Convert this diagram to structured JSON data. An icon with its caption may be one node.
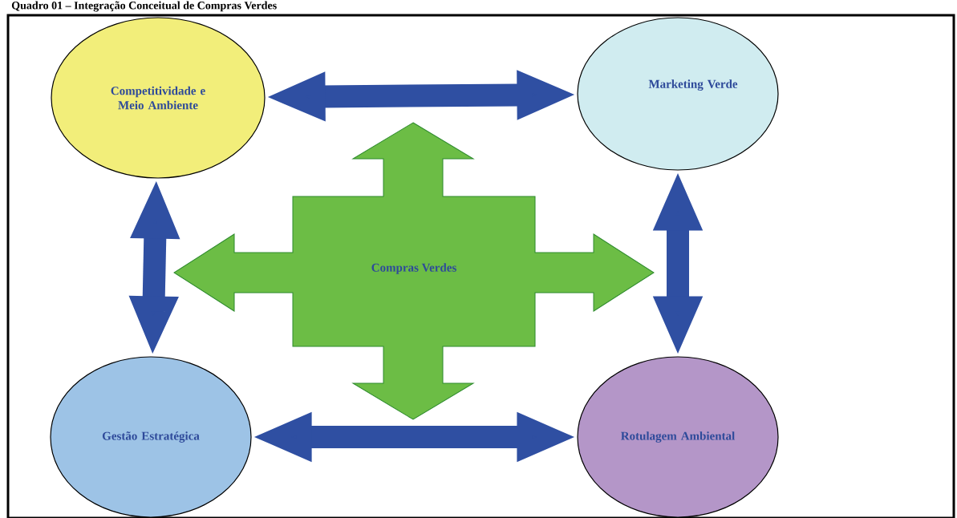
{
  "diagram": {
    "title": "Quadro 01 – Integração Conceitual de Compras Verdes",
    "nodes": [
      {
        "text": [
          "Competitividade e Meio Ambiente"
        ]
      },
      {
        "text": [
          "Marketing Verde"
        ]
      },
      {
        "text": [
          "Compras Verdes"
        ]
      },
      {
        "text": [
          "Gestão Estratégica"
        ]
      },
      {
        "text": [
          "Rotulagem Ambiental"
        ]
      }
    ],
    "edges": [
      {
        "from": 0,
        "to": 1,
        "arrow": "both"
      },
      {
        "from": 0,
        "to": 3,
        "arrow": "both"
      },
      {
        "from": 1,
        "to": 4,
        "arrow": "both"
      },
      {
        "from": 3,
        "to": 4,
        "arrow": "both"
      }
    ]
  }
}
